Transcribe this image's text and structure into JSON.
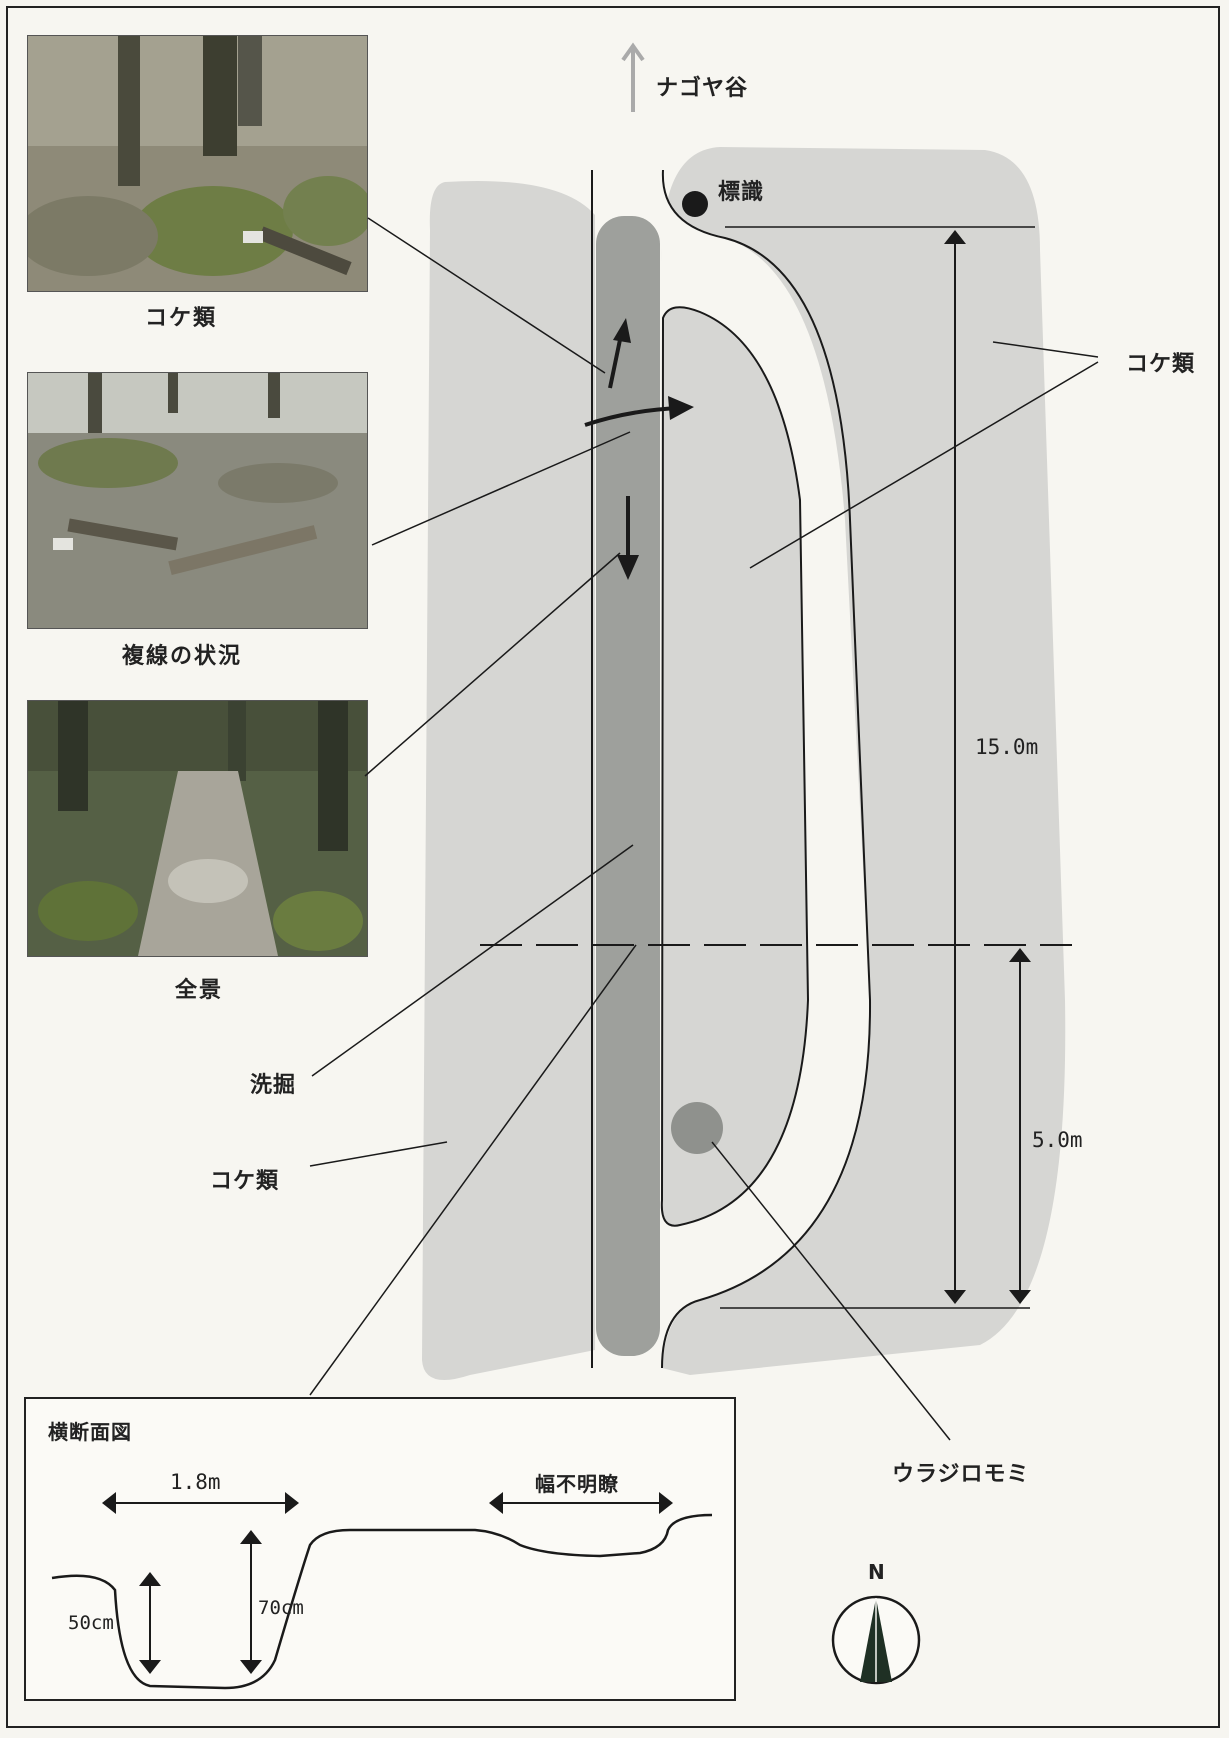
{
  "direction": {
    "label": "ナゴヤ谷"
  },
  "labels": {
    "sign": "標識",
    "moss_right": "コケ類",
    "moss_left": "コケ類",
    "scour": "洗掘",
    "tree": "ウラジロモミ"
  },
  "measurements": {
    "total_length": "15.0m",
    "partial_length": "5.0m"
  },
  "photos": [
    {
      "caption": "コケ類"
    },
    {
      "caption": "複線の状況"
    },
    {
      "caption": "全景"
    }
  ],
  "cross_section": {
    "title": "横断面図",
    "width_left": "1.8m",
    "width_right": "幅不明瞭",
    "depth_1": "50cm",
    "depth_2": "70cm"
  },
  "compass": {
    "north": "N"
  },
  "colors": {
    "moss_fill": "#d6d6d3",
    "scour_fill": "#9ea09c",
    "line": "#1a1a1a",
    "tree_fill": "#8f918d"
  }
}
